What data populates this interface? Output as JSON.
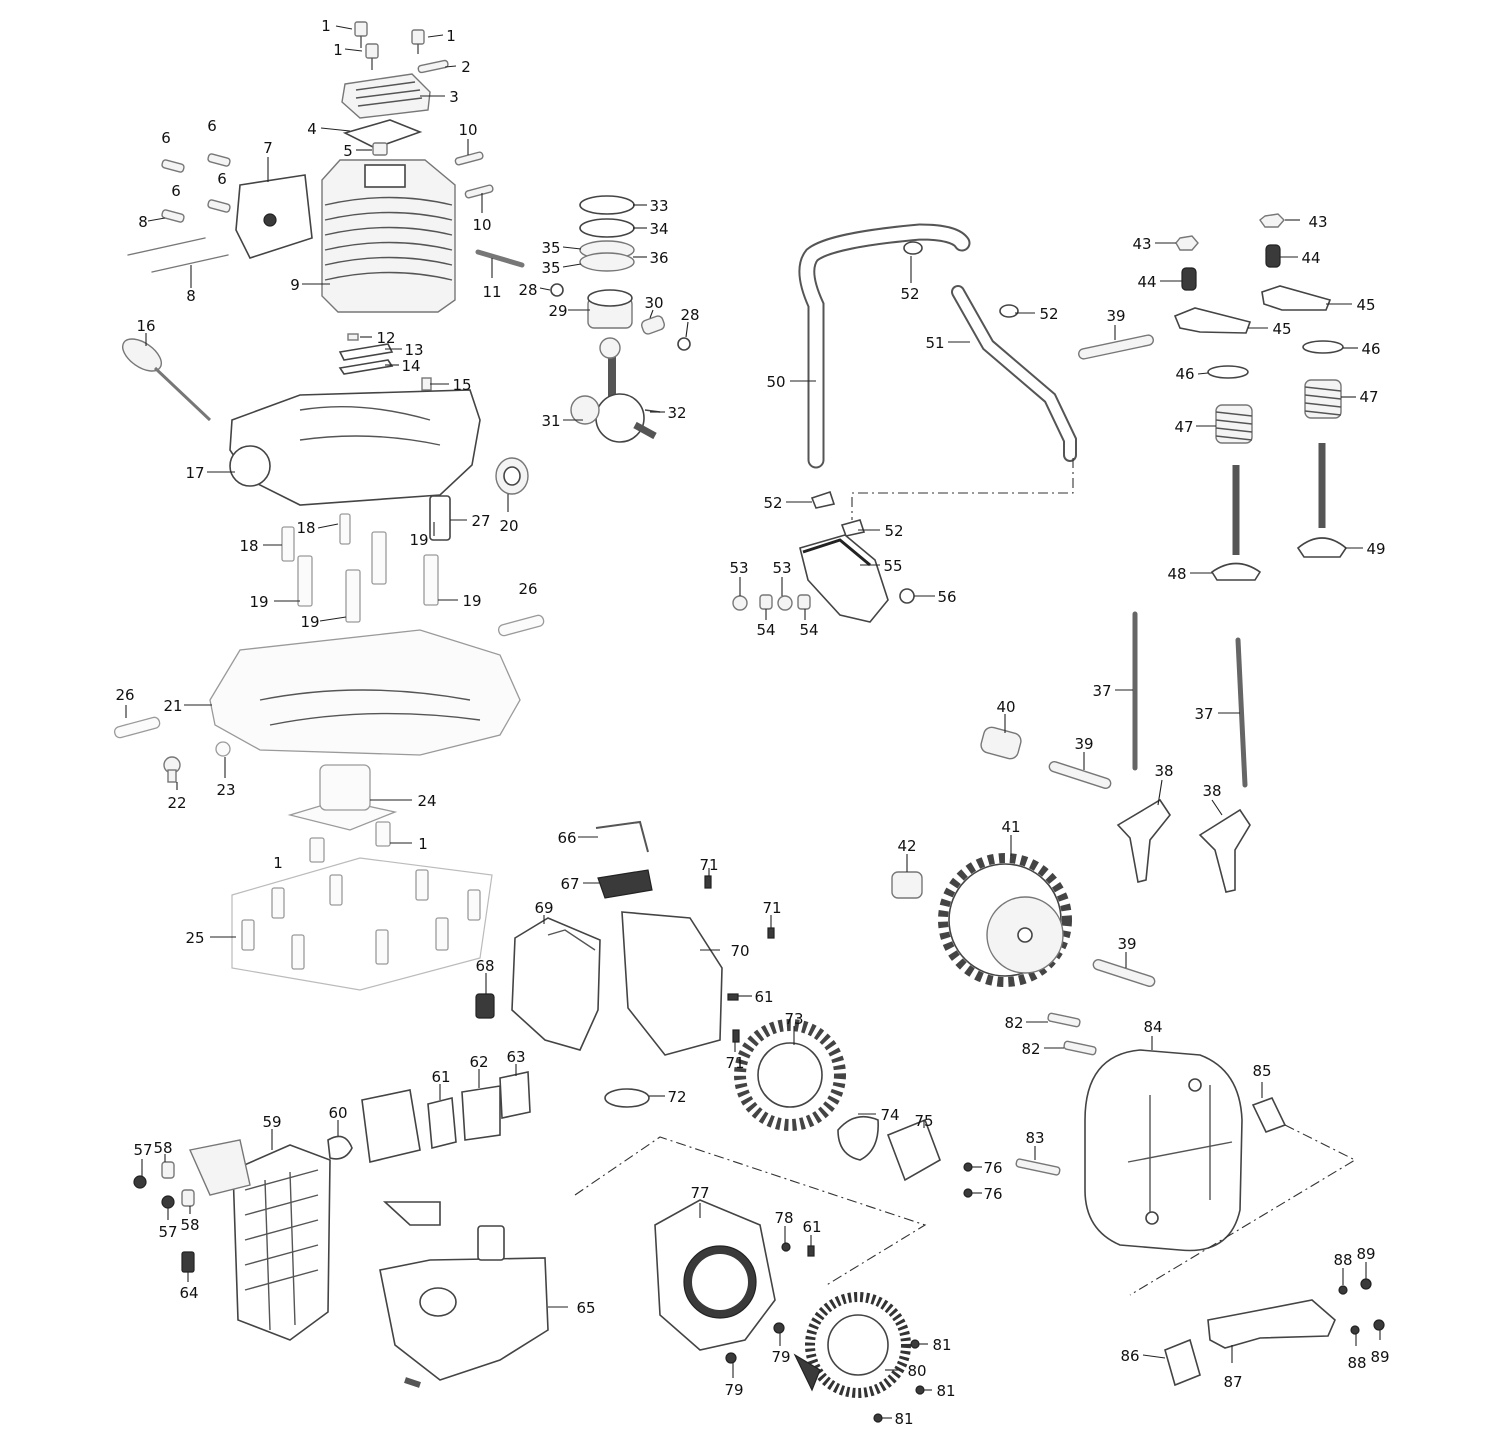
{
  "diagram": {
    "type": "exploded-parts-diagram",
    "callouts": [
      {
        "id": "c1",
        "number": "1"
      },
      {
        "id": "c2",
        "number": "1"
      },
      {
        "id": "c3",
        "number": "1"
      },
      {
        "id": "c4",
        "number": "2"
      },
      {
        "id": "c5",
        "number": "3"
      },
      {
        "id": "c6",
        "number": "4"
      },
      {
        "id": "c7",
        "number": "5"
      },
      {
        "id": "c8",
        "number": "6"
      },
      {
        "id": "c9",
        "number": "6"
      },
      {
        "id": "c10",
        "number": "6"
      },
      {
        "id": "c11",
        "number": "6"
      },
      {
        "id": "c12",
        "number": "7"
      },
      {
        "id": "c13",
        "number": "8"
      },
      {
        "id": "c14",
        "number": "8"
      },
      {
        "id": "c15",
        "number": "9"
      },
      {
        "id": "c16",
        "number": "10"
      },
      {
        "id": "c17",
        "number": "10"
      },
      {
        "id": "c18",
        "number": "11"
      },
      {
        "id": "c19",
        "number": "12"
      },
      {
        "id": "c20",
        "number": "13"
      },
      {
        "id": "c21",
        "number": "14"
      },
      {
        "id": "c22",
        "number": "15"
      },
      {
        "id": "c23",
        "number": "16"
      },
      {
        "id": "c24",
        "number": "17"
      },
      {
        "id": "c25",
        "number": "18"
      },
      {
        "id": "c26",
        "number": "18"
      },
      {
        "id": "c27",
        "number": "19"
      },
      {
        "id": "c28",
        "number": "19"
      },
      {
        "id": "c29",
        "number": "19"
      },
      {
        "id": "c30",
        "number": "19"
      },
      {
        "id": "c31",
        "number": "20"
      },
      {
        "id": "c32",
        "number": "21"
      },
      {
        "id": "c33",
        "number": "22"
      },
      {
        "id": "c34",
        "number": "23"
      },
      {
        "id": "c35",
        "number": "24"
      },
      {
        "id": "c36",
        "number": "1"
      },
      {
        "id": "c37",
        "number": "1"
      },
      {
        "id": "c38",
        "number": "25"
      },
      {
        "id": "c39",
        "number": "26"
      },
      {
        "id": "c40",
        "number": "26"
      },
      {
        "id": "c41",
        "number": "27"
      },
      {
        "id": "c42",
        "number": "28"
      },
      {
        "id": "c43",
        "number": "28"
      },
      {
        "id": "c44",
        "number": "29"
      },
      {
        "id": "c45",
        "number": "30"
      },
      {
        "id": "c46",
        "number": "31"
      },
      {
        "id": "c47",
        "number": "32"
      },
      {
        "id": "c48",
        "number": "33"
      },
      {
        "id": "c49",
        "number": "34"
      },
      {
        "id": "c50",
        "number": "35"
      },
      {
        "id": "c51",
        "number": "35"
      },
      {
        "id": "c52",
        "number": "36"
      },
      {
        "id": "c53",
        "number": "50"
      },
      {
        "id": "c54",
        "number": "52"
      },
      {
        "id": "c55",
        "number": "51"
      },
      {
        "id": "c56",
        "number": "52"
      },
      {
        "id": "c57",
        "number": "52"
      },
      {
        "id": "c58",
        "number": "52"
      },
      {
        "id": "c59",
        "number": "55"
      },
      {
        "id": "c60",
        "number": "56"
      },
      {
        "id": "c61",
        "number": "53"
      },
      {
        "id": "c62",
        "number": "53"
      },
      {
        "id": "c63",
        "number": "54"
      },
      {
        "id": "c64",
        "number": "54"
      },
      {
        "id": "c65",
        "number": "39"
      },
      {
        "id": "c66",
        "number": "43"
      },
      {
        "id": "c67",
        "number": "43"
      },
      {
        "id": "c68",
        "number": "44"
      },
      {
        "id": "c69",
        "number": "44"
      },
      {
        "id": "c70",
        "number": "45"
      },
      {
        "id": "c71",
        "number": "45"
      },
      {
        "id": "c72",
        "number": "46"
      },
      {
        "id": "c73",
        "number": "46"
      },
      {
        "id": "c74",
        "number": "47"
      },
      {
        "id": "c75",
        "number": "47"
      },
      {
        "id": "c76",
        "number": "48"
      },
      {
        "id": "c77",
        "number": "49"
      },
      {
        "id": "c78",
        "number": "37"
      },
      {
        "id": "c79",
        "number": "37"
      },
      {
        "id": "c80",
        "number": "40"
      },
      {
        "id": "c81",
        "number": "39"
      },
      {
        "id": "c82",
        "number": "38"
      },
      {
        "id": "c83",
        "number": "38"
      },
      {
        "id": "c84",
        "number": "42"
      },
      {
        "id": "c85",
        "number": "41"
      },
      {
        "id": "c86",
        "number": "39"
      },
      {
        "id": "c87",
        "number": "66"
      },
      {
        "id": "c88",
        "number": "67"
      },
      {
        "id": "c89",
        "number": "71"
      },
      {
        "id": "c90",
        "number": "71"
      },
      {
        "id": "c91",
        "number": "69"
      },
      {
        "id": "c92",
        "number": "70"
      },
      {
        "id": "c93",
        "number": "68"
      },
      {
        "id": "c94",
        "number": "61"
      },
      {
        "id": "c95",
        "number": "71"
      },
      {
        "id": "c96",
        "number": "73"
      },
      {
        "id": "c97",
        "number": "72"
      },
      {
        "id": "c98",
        "number": "74"
      },
      {
        "id": "c99",
        "number": "75"
      },
      {
        "id": "c100",
        "number": "76"
      },
      {
        "id": "c101",
        "number": "76"
      },
      {
        "id": "c102",
        "number": "61"
      },
      {
        "id": "c103",
        "number": "62"
      },
      {
        "id": "c104",
        "number": "63"
      },
      {
        "id": "c105",
        "number": "60"
      },
      {
        "id": "c106",
        "number": "59"
      },
      {
        "id": "c107",
        "number": "57"
      },
      {
        "id": "c108",
        "number": "58"
      },
      {
        "id": "c109",
        "number": "57"
      },
      {
        "id": "c110",
        "number": "58"
      },
      {
        "id": "c111",
        "number": "64"
      },
      {
        "id": "c112",
        "number": "65"
      },
      {
        "id": "c113",
        "number": "77"
      },
      {
        "id": "c114",
        "number": "78"
      },
      {
        "id": "c115",
        "number": "61"
      },
      {
        "id": "c116",
        "number": "79"
      },
      {
        "id": "c117",
        "number": "79"
      },
      {
        "id": "c118",
        "number": "80"
      },
      {
        "id": "c119",
        "number": "81"
      },
      {
        "id": "c120",
        "number": "81"
      },
      {
        "id": "c121",
        "number": "81"
      },
      {
        "id": "c122",
        "number": "82"
      },
      {
        "id": "c123",
        "number": "82"
      },
      {
        "id": "c124",
        "number": "83"
      },
      {
        "id": "c125",
        "number": "84"
      },
      {
        "id": "c126",
        "number": "85"
      },
      {
        "id": "c127",
        "number": "86"
      },
      {
        "id": "c128",
        "number": "87"
      },
      {
        "id": "c129",
        "number": "88"
      },
      {
        "id": "c130",
        "number": "89"
      },
      {
        "id": "c131",
        "number": "88"
      },
      {
        "id": "c132",
        "number": "89"
      }
    ]
  }
}
